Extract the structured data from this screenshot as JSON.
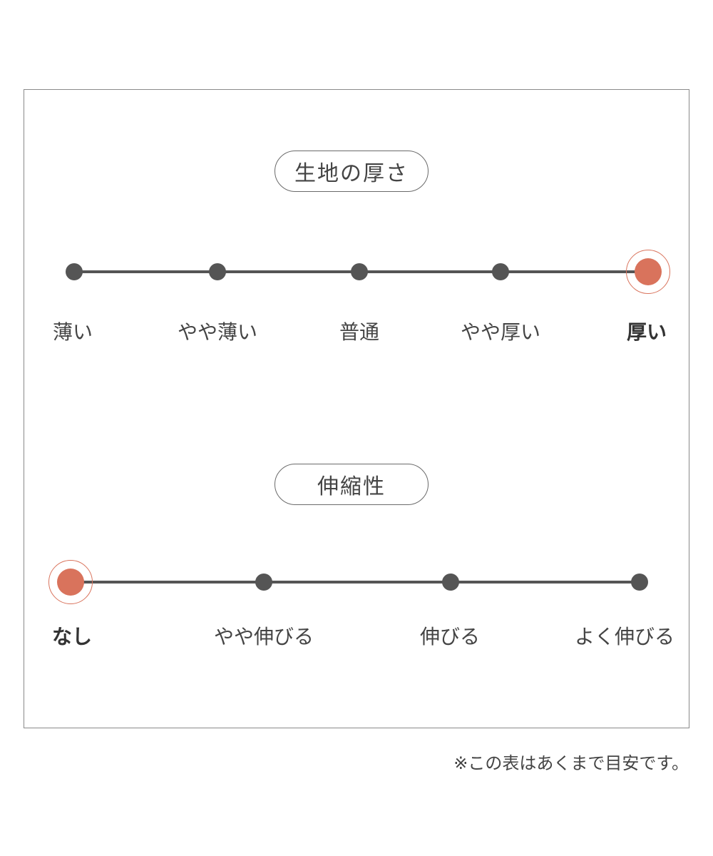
{
  "scales": [
    {
      "title": "生地の厚さ",
      "levels": [
        "薄い",
        "やや薄い",
        "普通",
        "やや厚い",
        "厚い"
      ],
      "selected_index": 4
    },
    {
      "title": "伸縮性",
      "levels": [
        "なし",
        "やや伸びる",
        "伸びる",
        "よく伸びる"
      ],
      "selected_index": 0
    }
  ],
  "note": "※この表はあくまで目安です。",
  "colors": {
    "accent": "#d9735c",
    "track": "#555555",
    "text": "#444444",
    "border": "#8a8a8a"
  }
}
